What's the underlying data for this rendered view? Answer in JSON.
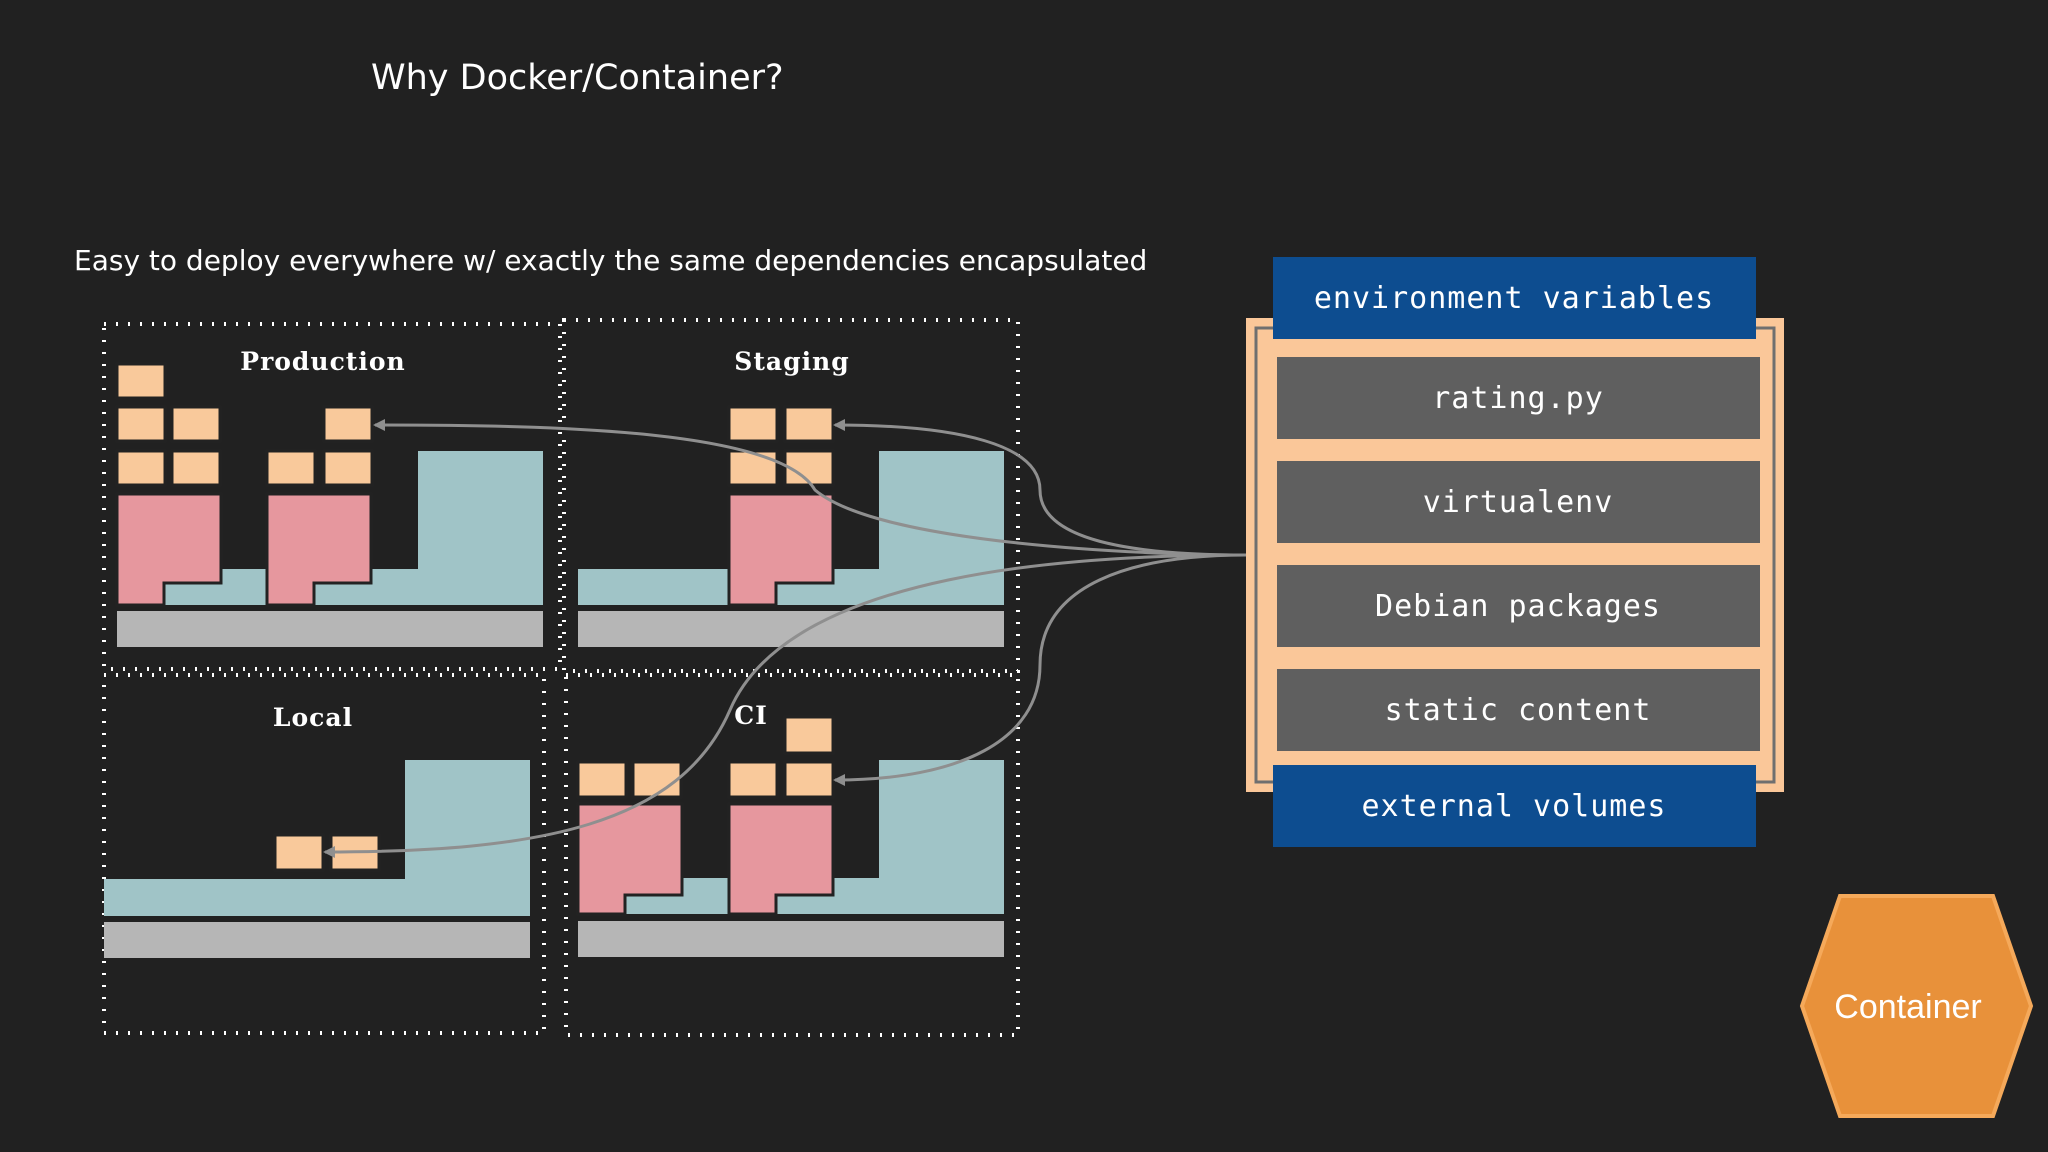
{
  "slide": {
    "title": "Why Docker/Container?",
    "subtitle": "Easy to deploy everywhere w/ exactly the same dependencies encapsulated"
  },
  "environments": {
    "production": "Production",
    "staging": "Staging",
    "local": "Local",
    "ci": "CI"
  },
  "container_stack": {
    "top": "environment variables",
    "layers": [
      "rating.py",
      "virtualenv",
      "Debian packages",
      "static content"
    ],
    "bottom": "external volumes"
  },
  "badge": "Container",
  "colors": {
    "background": "#212121",
    "box_small": "#f9c99b",
    "block_pink": "#e6979e",
    "block_teal": "#a0c4c7",
    "base_gray": "#b6b6b6",
    "frame_peach": "#fac799",
    "layer_gray": "#5f5f5f",
    "layer_blue": "#0d4d90",
    "badge_orange": "#e8913a",
    "arrow_gray": "#8f8f8f"
  }
}
